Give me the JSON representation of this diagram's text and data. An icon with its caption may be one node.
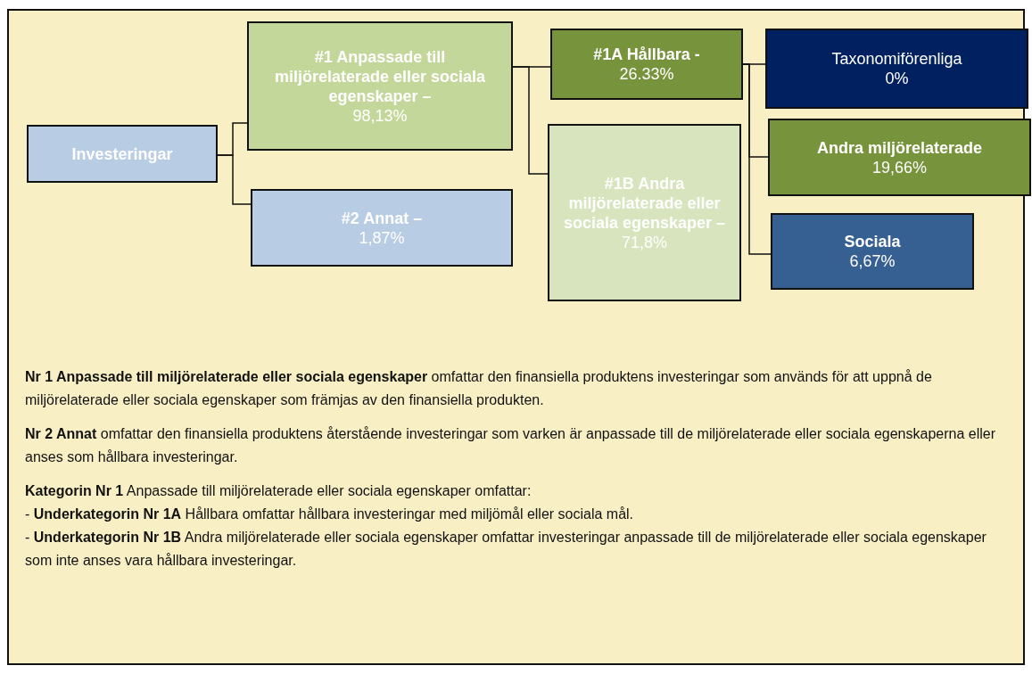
{
  "diagram": {
    "nodes": [
      {
        "text": [
          "Investeringar"
        ]
      },
      {
        "text": [
          "#1 Anpassade till miljörelaterade eller sociala egenskaper –",
          "98,13%"
        ]
      },
      {
        "text": [
          "#2 Annat –",
          "1,87%"
        ]
      },
      {
        "text": [
          "#1A Hållbara -",
          "26.33%"
        ]
      },
      {
        "text": [
          "#1B Andra miljörelaterade eller sociala egenskaper –",
          "71,8%"
        ]
      },
      {
        "text": [
          "Taxonomiförenliga",
          "0%"
        ]
      },
      {
        "text": [
          "Andra miljörelaterade",
          "19,66%"
        ]
      },
      {
        "text": [
          "Sociala",
          "6,67%"
        ]
      }
    ],
    "edges": [
      {
        "from": 0,
        "to": 1,
        "arrow": "none"
      },
      {
        "from": 0,
        "to": 2,
        "arrow": "none"
      },
      {
        "from": 1,
        "to": 3,
        "arrow": "none"
      },
      {
        "from": 1,
        "to": 4,
        "arrow": "none"
      },
      {
        "from": 3,
        "to": 5,
        "arrow": "none"
      },
      {
        "from": 3,
        "to": 6,
        "arrow": "none"
      },
      {
        "from": 3,
        "to": 7,
        "arrow": "none"
      }
    ],
    "labels": [
      "**Nr 1 Anpassade till miljörelaterade eller sociala egenskaper** omfattar den finansiella produktens investeringar som används för att uppnå de miljörelaterade eller sociala egenskaper som främjas av den finansiella produkten.",
      "**Nr 2 Annat** omfattar den finansiella produktens återstående investeringar som varken är anpassade till de miljörelaterade eller sociala egenskaperna eller anses som hållbara investeringar.",
      "**Kategorin Nr 1** Anpassade till miljörelaterade eller sociala egenskaper omfattar:",
      "- **Underkategorin Nr 1A** Hållbara omfattar hållbara investeringar med miljömål eller sociala mål.",
      "- **Underkategorin Nr 1B** Andra miljörelaterade eller sociala egenskaper omfattar investeringar anpassade till de miljörelaterade eller sociala egenskaper som inte anses vara hållbara investeringar."
    ]
  }
}
